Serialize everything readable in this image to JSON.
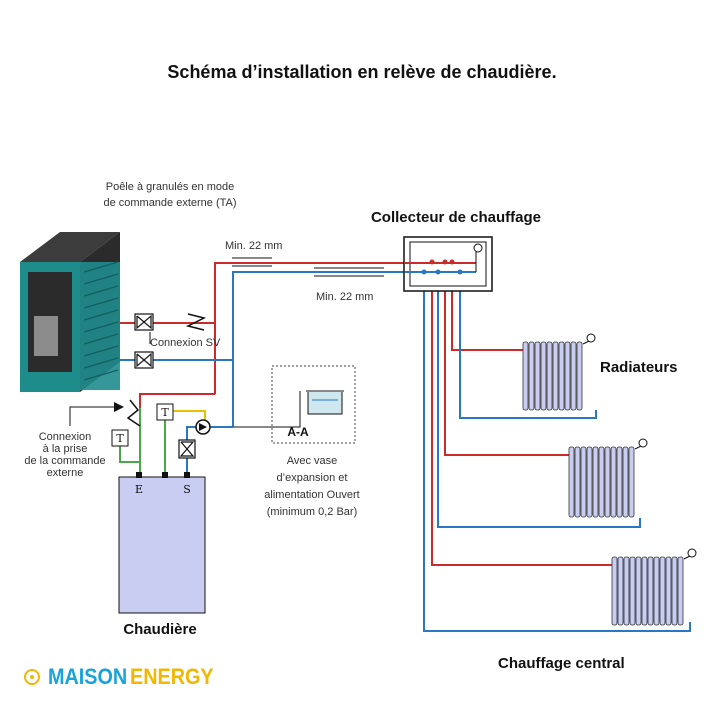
{
  "title": "Schéma d’installation en relève de chaudière.",
  "stove": {
    "caption_line1": "Poêle à granulés en mode",
    "caption_line2": "de commande externe (TA)"
  },
  "pipes": {
    "min_upper": "Min. 22 mm",
    "min_lower": "Min. 22 mm",
    "connexion_sv": "Connexion SV"
  },
  "collector": {
    "label": "Collecteur de chauffage"
  },
  "radiators": {
    "label": "Radiateurs"
  },
  "central": {
    "label": "Chauffage central"
  },
  "boiler": {
    "label": "Chaudière",
    "inlet": "E",
    "outlet": "S",
    "thermo_left": "T",
    "thermo_right": "T"
  },
  "external": {
    "line1": "Connexion",
    "line2": "à la prise",
    "line3": "de la commande",
    "line4": "externe"
  },
  "expansion": {
    "section": "A-A",
    "line1": "Avec vase",
    "line2": "d’expansion et",
    "line3": "alimentation Ouvert",
    "line4": "(minimum 0,2 Bar)"
  },
  "brand": {
    "part1": "MAISON",
    "part2": "ENERGY"
  },
  "colors": {
    "hot": "#cc2b2b",
    "cold": "#2a78c4",
    "green": "#4aa84a",
    "yellow": "#e6c200",
    "boiler": "#c9cdf2",
    "stove": "#1f8c8c"
  }
}
